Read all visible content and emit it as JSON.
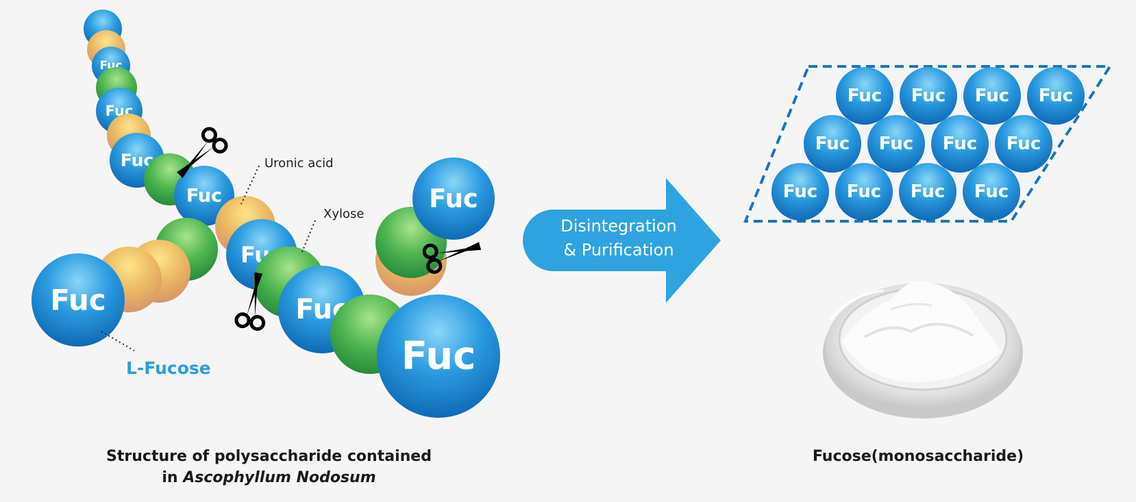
{
  "bead_label": "Fuc",
  "labels": {
    "uronic_acid": "Uronic acid",
    "xylose": "Xylose",
    "l_fucose": "L-Fucose"
  },
  "arrow": {
    "line1": "Disintegration",
    "line2": "& Purification"
  },
  "captions": {
    "left_line1": "Structure of polysaccharide contained",
    "left_line2_prefix": "in ",
    "left_line2_italic": "Ascophyllum Nodosum",
    "right": "Fucose(monosaccharide)"
  },
  "colors": {
    "fucose_blue": "#1f8fd6",
    "uronic_acid": "#e8b468",
    "xylose_green": "#46a94e",
    "arrow_blue": "#2fa3df",
    "label_blue": "#2d9ee0",
    "dashed_outline": "#1a73c4"
  },
  "icons": [
    "scissors-icon",
    "powder-dish-icon"
  ]
}
